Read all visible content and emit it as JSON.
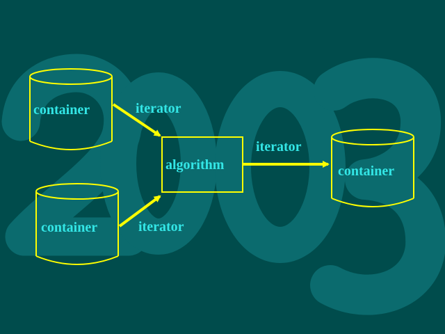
{
  "colors": {
    "background": "#004C4C",
    "watermark": "#0B6B6E",
    "accent": "#FFFF00",
    "label_text": "#33E6E6"
  },
  "watermark": {
    "year": "2003"
  },
  "nodes": {
    "container_top_left": "container",
    "container_bottom_left": "container",
    "algorithm": "algorithm",
    "container_right": "container"
  },
  "edges": {
    "top_left_to_algorithm": "iterator",
    "bottom_left_to_algorithm": "iterator",
    "algorithm_to_right": "iterator"
  }
}
